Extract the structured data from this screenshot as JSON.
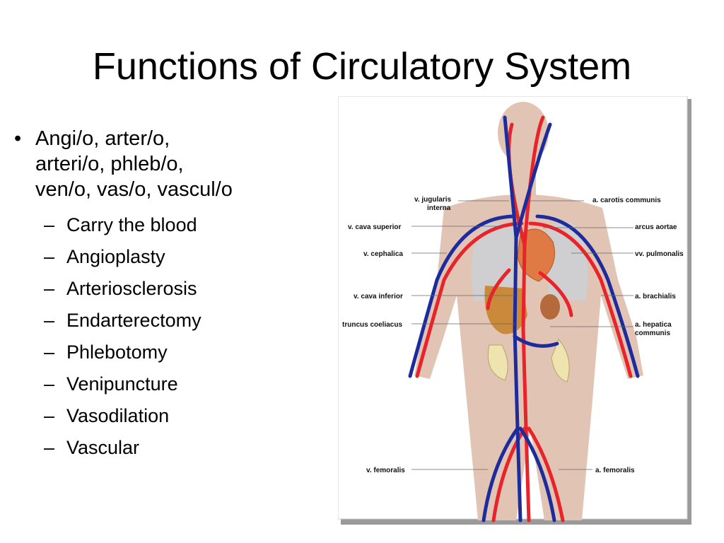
{
  "slide": {
    "title": "Functions of Circulatory System",
    "bullet": {
      "line1": "Angi/o, arter/o,",
      "line2": "arteri/o, phleb/o,",
      "line3": "ven/o, vas/o, vascul/o"
    },
    "subitems": [
      "Carry the blood",
      "Angioplasty",
      "Arteriosclerosis",
      "Endarterectomy",
      "Phlebotomy",
      "Venipuncture",
      "Vasodilation",
      "Vascular"
    ]
  },
  "figure": {
    "labels_left": {
      "jugularis_1": "v. jugularis",
      "jugularis_2": "interna",
      "cava_superior": "v. cava superior",
      "cephalica": "v. cephalica",
      "cava_inferior": "v. cava inferior",
      "truncus": "truncus coeliacus",
      "femoralis_v": "v. femoralis"
    },
    "labels_right": {
      "carotis": "a. carotis communis",
      "arcus": "arcus aortae",
      "pulmonalis": "vv. pulmonalis",
      "brachialis": "a. brachialis",
      "hepatica_1": "a. hepatica",
      "hepatica_2": "communis",
      "femoralis_a": "a. femoralis"
    },
    "colors": {
      "skin": "#e2c4b4",
      "artery": "#e8232a",
      "vein": "#1d2c9c",
      "heart": "#e07a45",
      "liver": "#c98a3c",
      "lung": "#cfcfd2",
      "frame_shadow": "#9a9a9a"
    }
  }
}
